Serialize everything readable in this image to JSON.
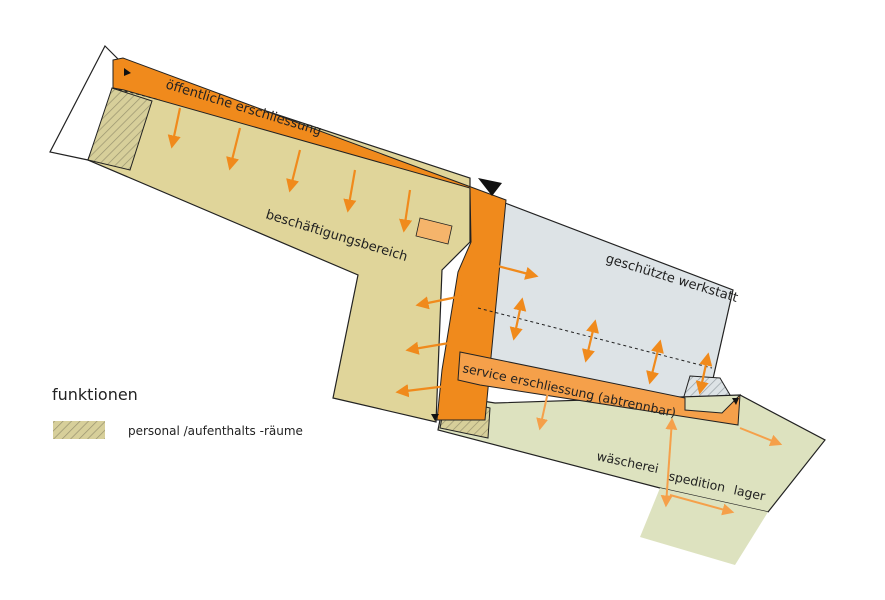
{
  "labels": {
    "public_circulation": "öffentliche erschliessung",
    "activity_area": "beschäftigungsbereich",
    "protected_workshop": "geschützte werkstatt",
    "service_circulation": "service erschliessung (abtrennbar)",
    "laundry": "wäscherei",
    "dispatch": "spedition",
    "storage": "lager"
  },
  "legend": {
    "title": "funktionen",
    "items": [
      {
        "label": "personal /aufenthalts -räume"
      }
    ]
  },
  "colors": {
    "circulation_orange": "#f08a1c",
    "service_orange": "#f5a04a",
    "activity_tan": "#e0d59a",
    "workshop_grey": "#dde3e6",
    "service_area_green": "#dde2bf",
    "arrow_orange": "#f08a1c",
    "outline": "#222222"
  }
}
